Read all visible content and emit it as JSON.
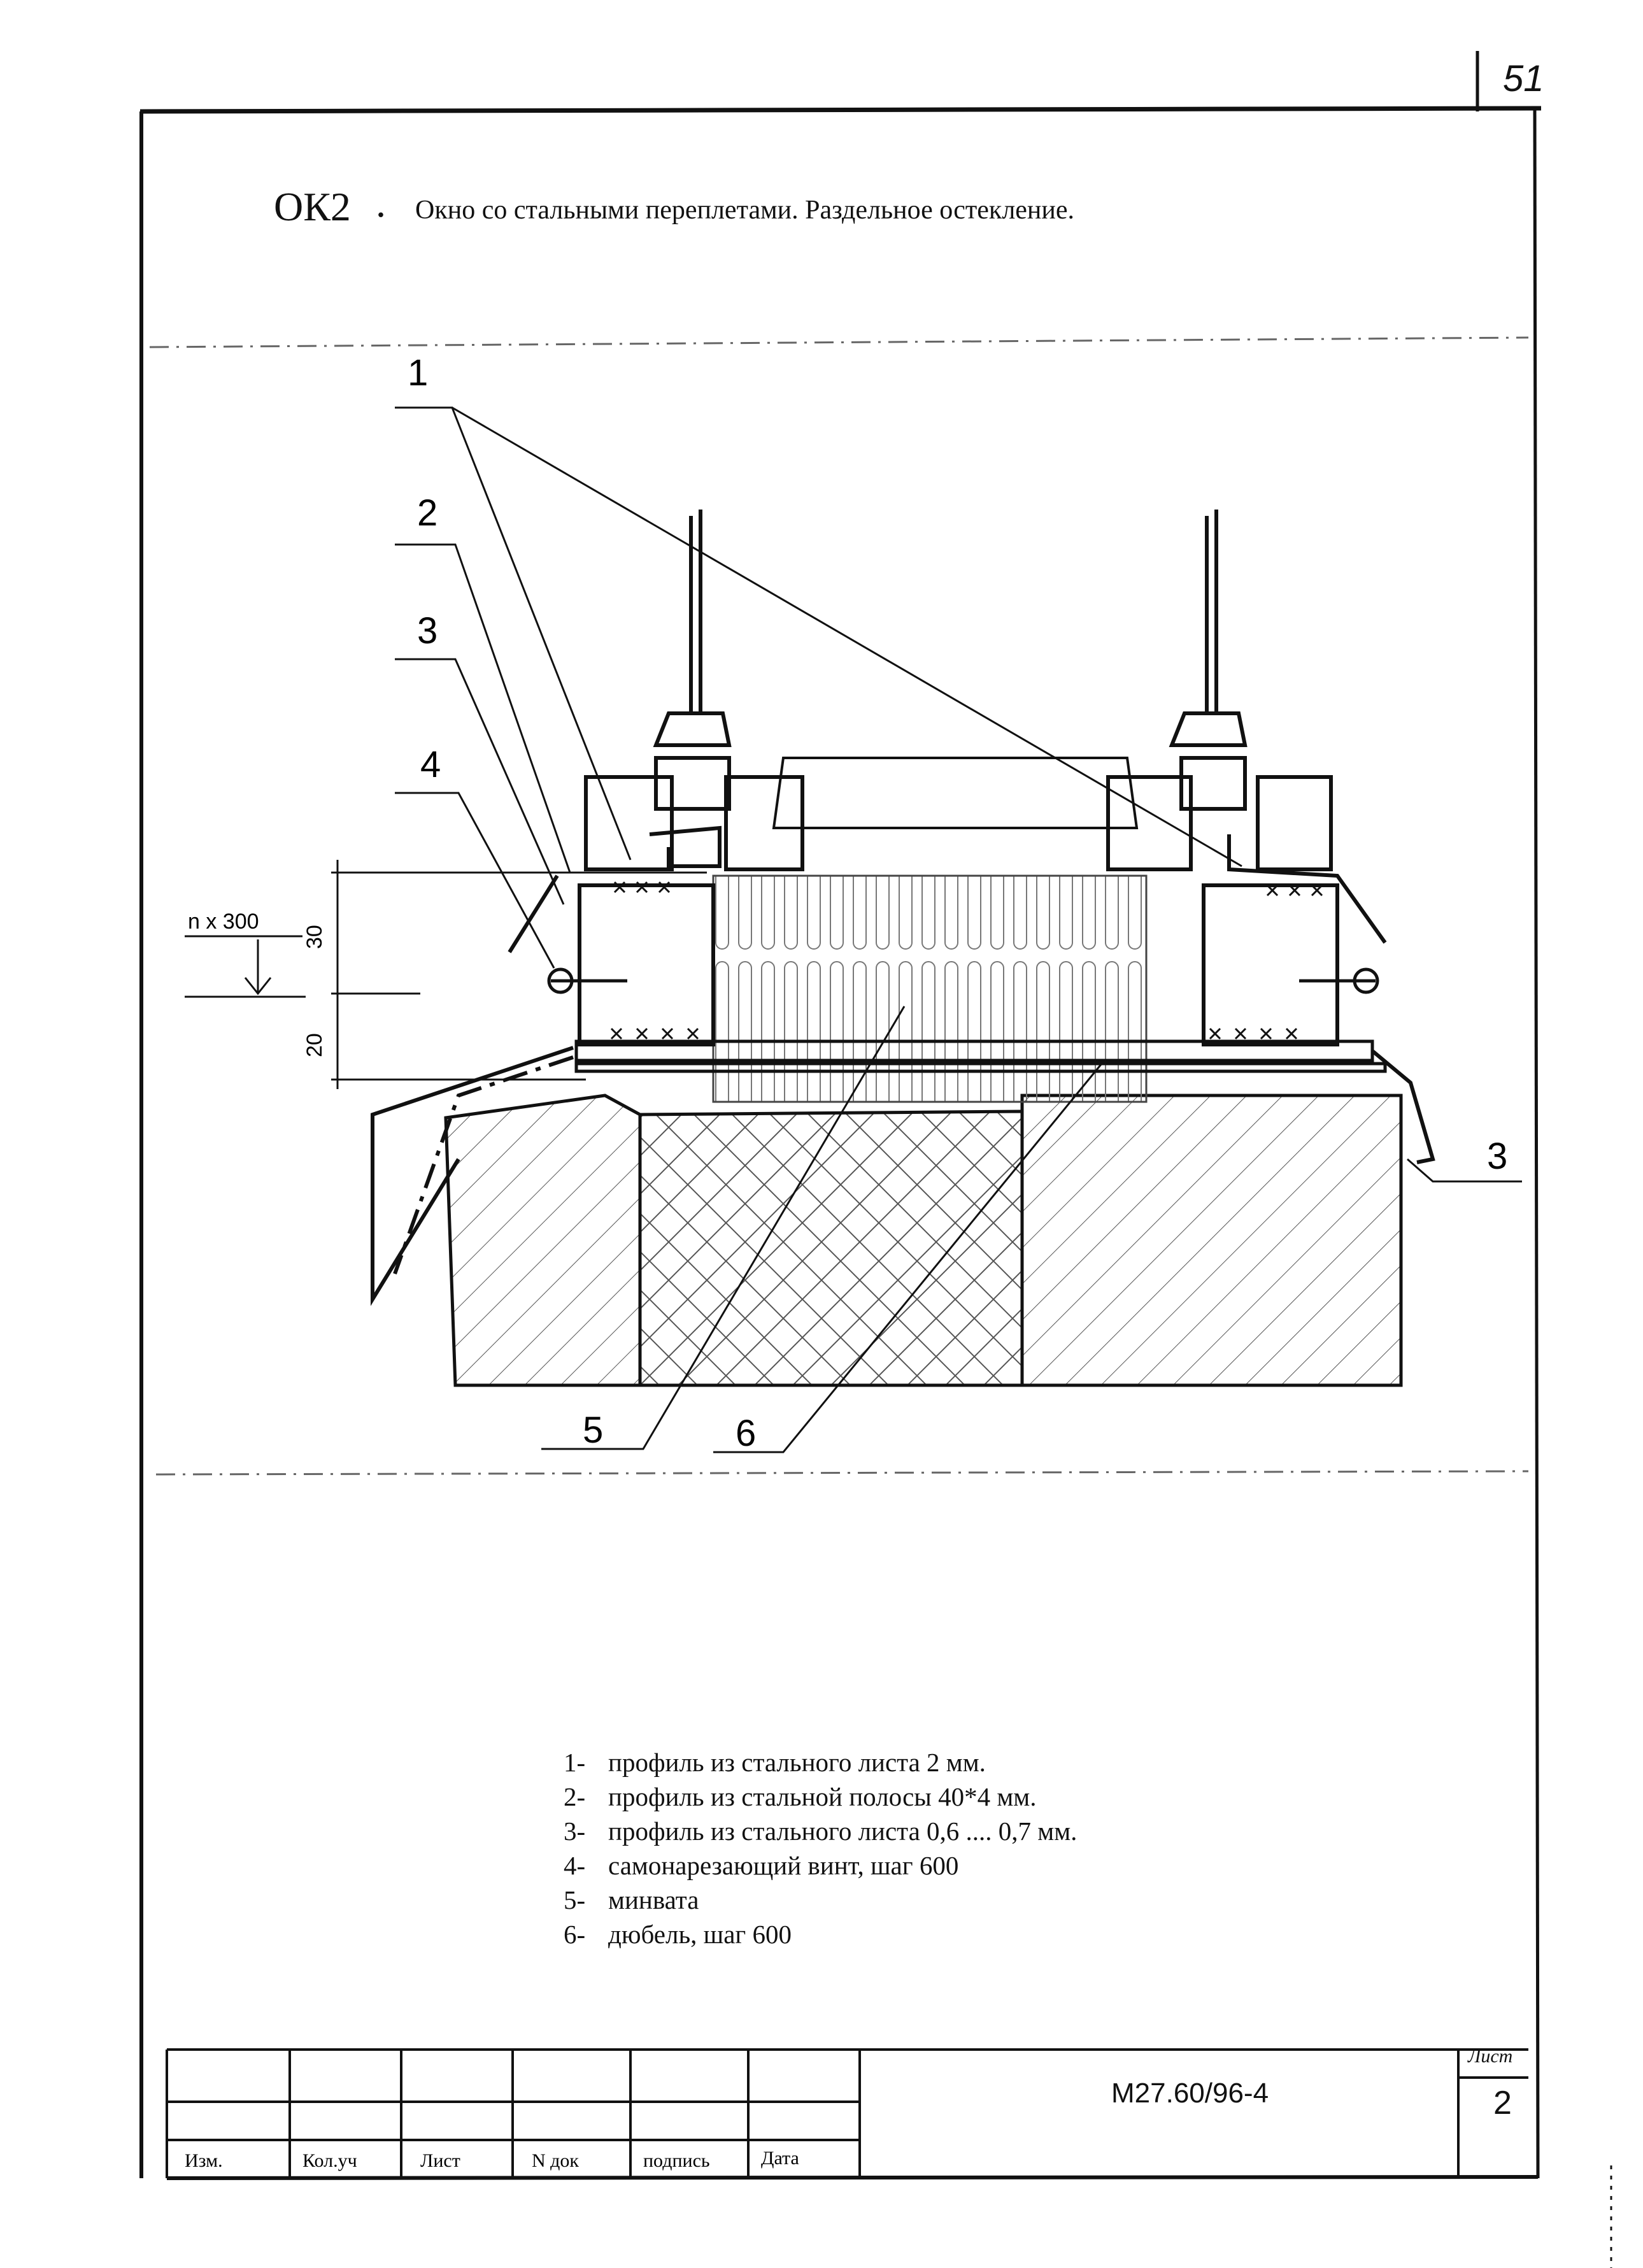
{
  "page_number": "51",
  "title": {
    "code": "ОК2",
    "separator": ".",
    "text": "Окно со стальными переплетами. Раздельное остекление."
  },
  "drawing": {
    "callouts": [
      "1",
      "2",
      "3",
      "4",
      "3",
      "5",
      "6"
    ],
    "dimension_labels": {
      "step": "n x 300",
      "d30": "30",
      "d20": "20"
    }
  },
  "legend": [
    {
      "num": "1-",
      "text": "профиль из стального листа 2 мм."
    },
    {
      "num": "2-",
      "text": "профиль из стальной полосы 40*4 мм."
    },
    {
      "num": "3-",
      "text": "профиль из стального листа 0,6 .... 0,7 мм."
    },
    {
      "num": "4-",
      "text": "самонарезающий винт, шаг 600"
    },
    {
      "num": "5-",
      "text": "минвата"
    },
    {
      "num": "6-",
      "text": "дюбель, шаг 600"
    }
  ],
  "title_block": {
    "columns": [
      "Изм.",
      "Кол.уч",
      "Лист",
      "N док",
      "подпись",
      "Дата"
    ],
    "document_code": "М27.60/96-4",
    "sheet_label": "Лист",
    "sheet_number": "2"
  }
}
